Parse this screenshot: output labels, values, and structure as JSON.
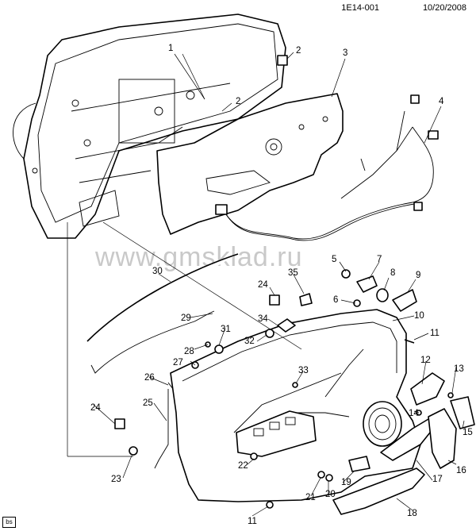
{
  "header": {
    "drawing_id": "1E14-001",
    "date": "10/20/2008"
  },
  "watermark": "www.gmsklad.ru",
  "badge": "bs",
  "callouts": [
    "1",
    "2",
    "2",
    "3",
    "4",
    "5",
    "6",
    "7",
    "8",
    "9",
    "10",
    "11",
    "11",
    "12",
    "13",
    "14",
    "15",
    "16",
    "17",
    "18",
    "19",
    "20",
    "21",
    "22",
    "23",
    "24",
    "24",
    "25",
    "26",
    "27",
    "28",
    "29",
    "30",
    "31",
    "32",
    "33",
    "34",
    "35"
  ]
}
